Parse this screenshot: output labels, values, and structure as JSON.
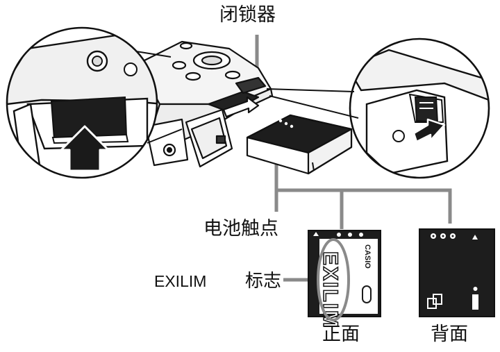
{
  "labels": {
    "latch": "闭锁器",
    "battery_contacts": "电池触点",
    "exilim_mark_en": "EXILIM",
    "exilim_mark_zh": "标志",
    "front": "正面",
    "back": "背面"
  },
  "battery_front_marks": {
    "brand_vertical": "CASIO",
    "logo_vertical": "EXILIM"
  },
  "colors": {
    "line": "#111111",
    "leader": "#8a8a8a",
    "logo_ring": "#8a8a8a"
  }
}
